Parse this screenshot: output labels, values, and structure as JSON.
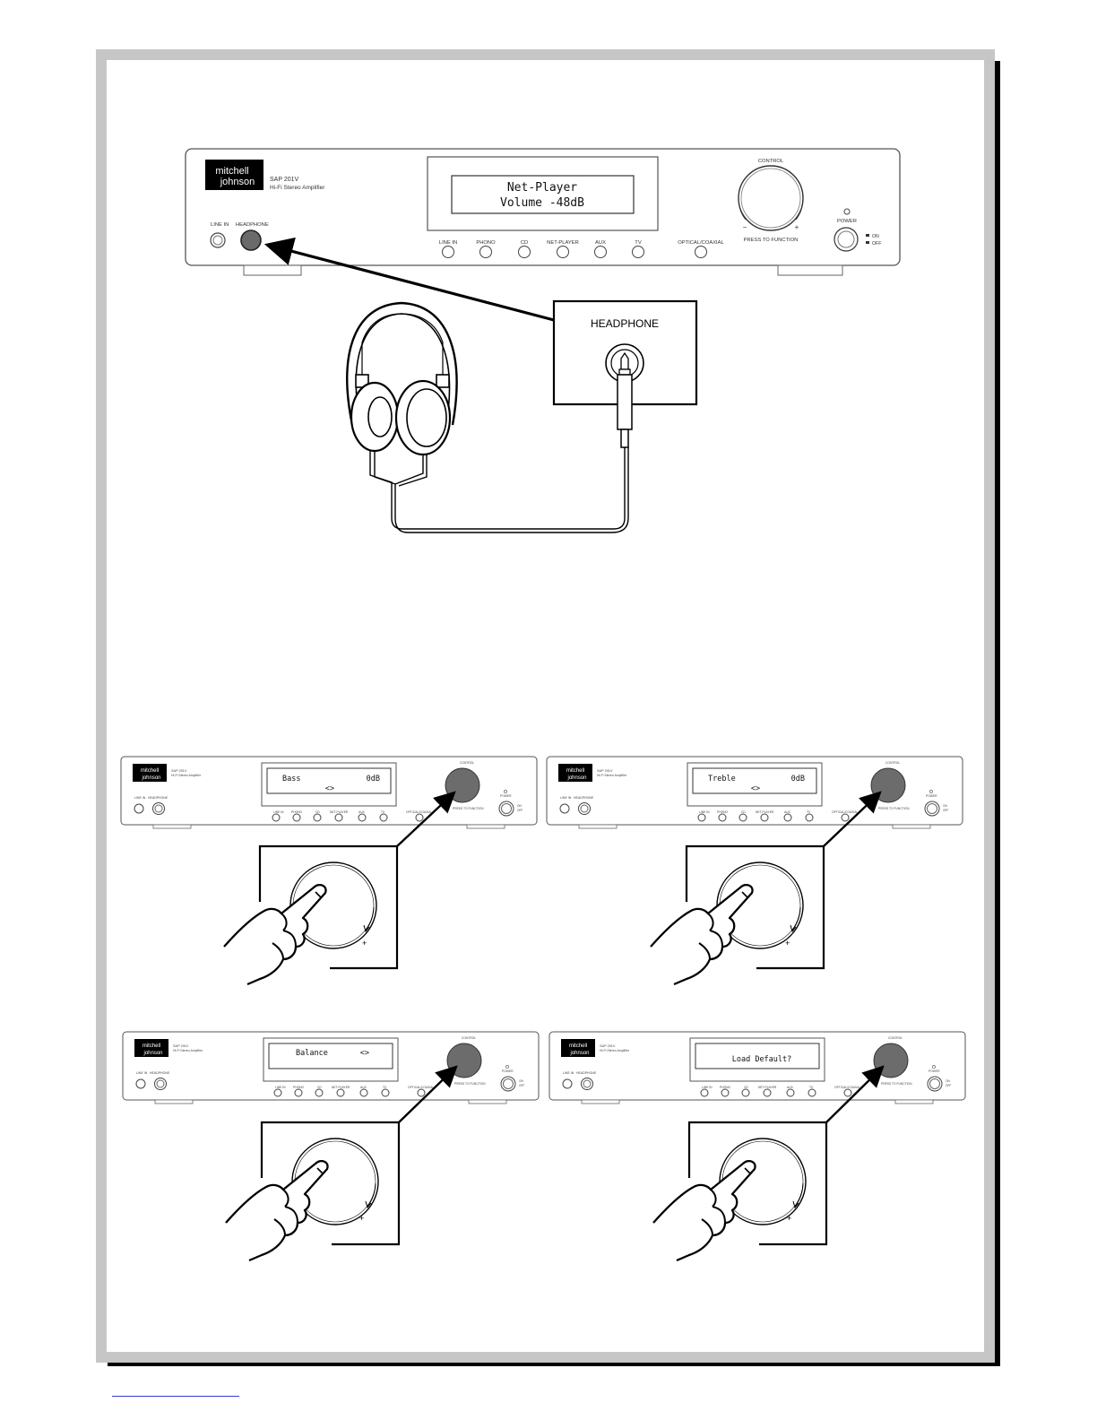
{
  "main_amp": {
    "brand_line1": "mitchell",
    "brand_line2": "johnson",
    "model": "SAP 201V",
    "subtitle": "Hi-Fi Stereo Amplifier",
    "display_line1": "Net-Player",
    "display_line2": "Volume -48dB",
    "jack_labels": [
      "LINE IN",
      "HEADPHONE"
    ],
    "buttons": [
      "LINE IN",
      "PHONO",
      "CD",
      "NET-PLAYER",
      "AUX",
      "TV"
    ],
    "optical_label": "OPTICAL/COAXIAL",
    "control_label": "CONTROL",
    "minus": "−",
    "plus": "+",
    "press_label": "PRESS TO FUNCTION",
    "power_label": "POWER",
    "on_label": "ON",
    "off_label": "OFF"
  },
  "callout": {
    "label": "HEADPHONE"
  },
  "small_panels": [
    {
      "display_line1": "Bass",
      "display_right": "0dB",
      "display_line2": "<>"
    },
    {
      "display_line1": "Treble",
      "display_right": "0dB",
      "display_line2": "<>"
    },
    {
      "display_line1": "Balance",
      "display_right": "<>",
      "display_line2": ""
    },
    {
      "display_line1": "Load Default?",
      "display_right": "",
      "display_line2": ""
    }
  ],
  "small_knob_plus": "+"
}
